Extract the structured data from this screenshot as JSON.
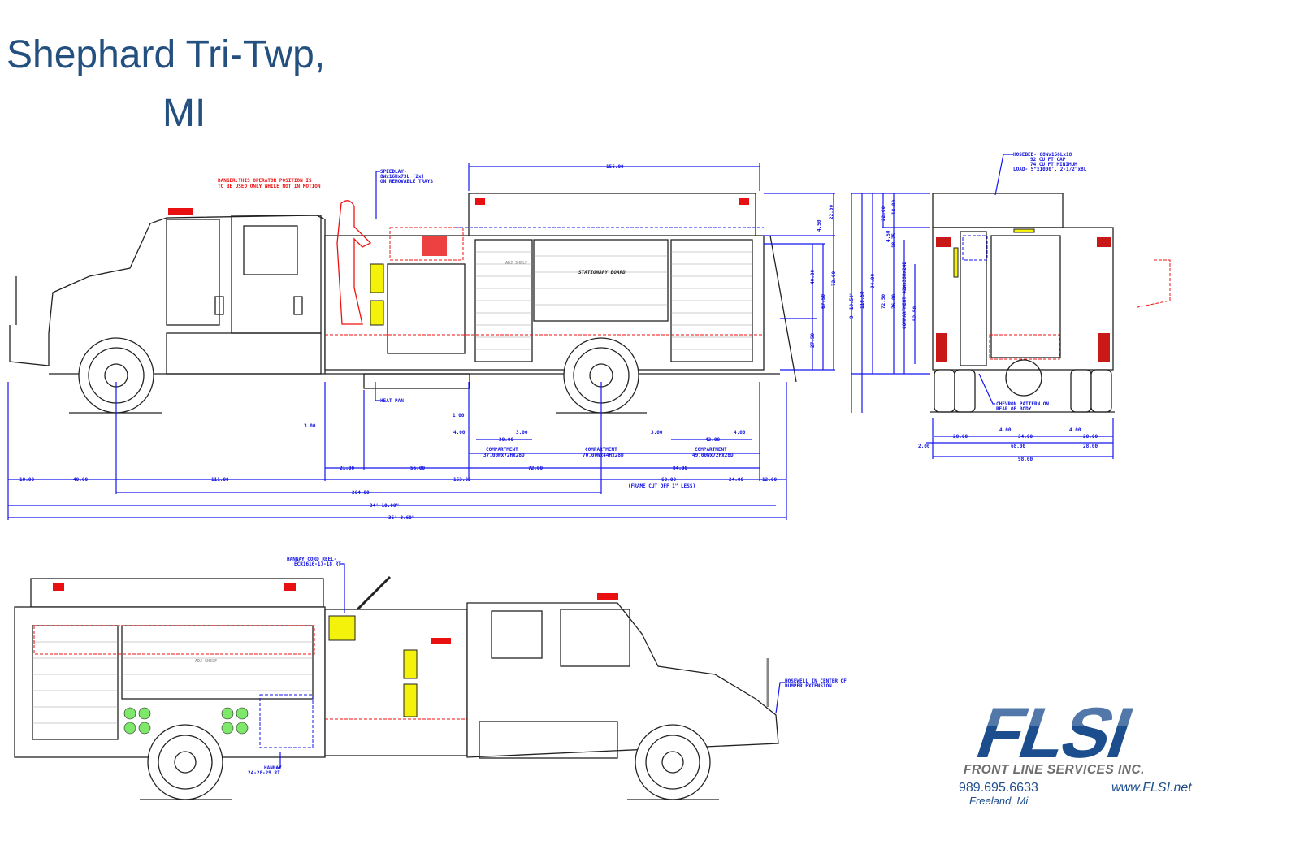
{
  "title": {
    "line1": "Shephard Tri-Twp,",
    "line2": "MI"
  },
  "notes": {
    "danger_1": "DANGER:THIS OPERATOR POSITION IS",
    "danger_2": "TO BE USED ONLY WHILE NOT IN MOTION",
    "speedlay_1": "SPEEDLAY-",
    "speedlay_2": "8Wx16Hx73L (2x)",
    "speedlay_3": "ON REMOVABLE TRAYS",
    "stationary_board": "STATIONARY BOARD",
    "heat_pan": "HEAT PAN",
    "adj_shelf": "ADJ SHELF",
    "frame_cut": "(FRAME CUT OFF 1\" LESS)",
    "hosebed_1": "HOSEBED- 68Wx156Lx18",
    "hosebed_2": "92 CU FT CAP",
    "hosebed_3": "74 CU FT MINIMUM",
    "hosebed_4": "LOAD- 5\"x1000', 2-1/2\"x8L",
    "chevron_1": "CHEVRON PATTERN ON",
    "chevron_2": "REAR OF BODY",
    "hannay_reel_1": "HANNAY CORD REEL-",
    "hannay_reel_2": "ECR1616-17-18 RT",
    "hannay_1": "HANNAY",
    "hannay_2": "24-28-29 RT",
    "hosewell_1": "HOSEWELL IN CENTER OF",
    "hosewell_2": "BUMPER EXTENSION",
    "compartment": "COMPARTMENT",
    "comp_1": "37.00Wx72Hx28D",
    "comp_2": "70.00Wx44Hx28D",
    "comp_3": "49.00Wx72Hx28D",
    "comp_rear": "COMPARTMENT 42Wx33Hx24D"
  },
  "side_dims": {
    "top": "156.00",
    "r1": [
      "18.00",
      "40.00",
      "111.00",
      "153.00",
      "60.00",
      "24.00",
      "12.00"
    ],
    "r0": [
      "21.00",
      "56.00",
      "72.00",
      "84.00"
    ],
    "wheelbase": "264.00",
    "overall_1": "34'-10.00\"",
    "overall_2": "35'-3.60\"",
    "inner": [
      "30.00",
      "42.00"
    ],
    "small": [
      "4.00",
      "3.00",
      "3.00",
      "4.00",
      "1.00",
      "3.00"
    ],
    "heights": [
      "22.00",
      "4.50",
      "40.00",
      "67.50",
      "72.00",
      "27.50"
    ]
  },
  "rear_dims": {
    "heights": [
      "9'-10.50\"",
      "118.50",
      "94.00",
      "22.00",
      "4.50",
      "72.50",
      "76.00",
      "18.00",
      "18.75",
      "52.50"
    ],
    "widths": [
      "28.00",
      "4.00",
      "34.00",
      "4.00",
      "28.00",
      "2.00",
      "68.00",
      "28.00",
      "98.00"
    ]
  },
  "logo": {
    "mark": "FLSI",
    "company": "FRONT LINE SERVICES INC.",
    "phone": "989.695.6633",
    "website": "www.FLSI.net",
    "location": "Freeland, Mi"
  },
  "colors": {
    "title": "#24507f",
    "logo_blue": "#1c4d8c",
    "logo_gray": "#6d6e70",
    "dimension": "#1515ee",
    "warning": "#f01010"
  }
}
